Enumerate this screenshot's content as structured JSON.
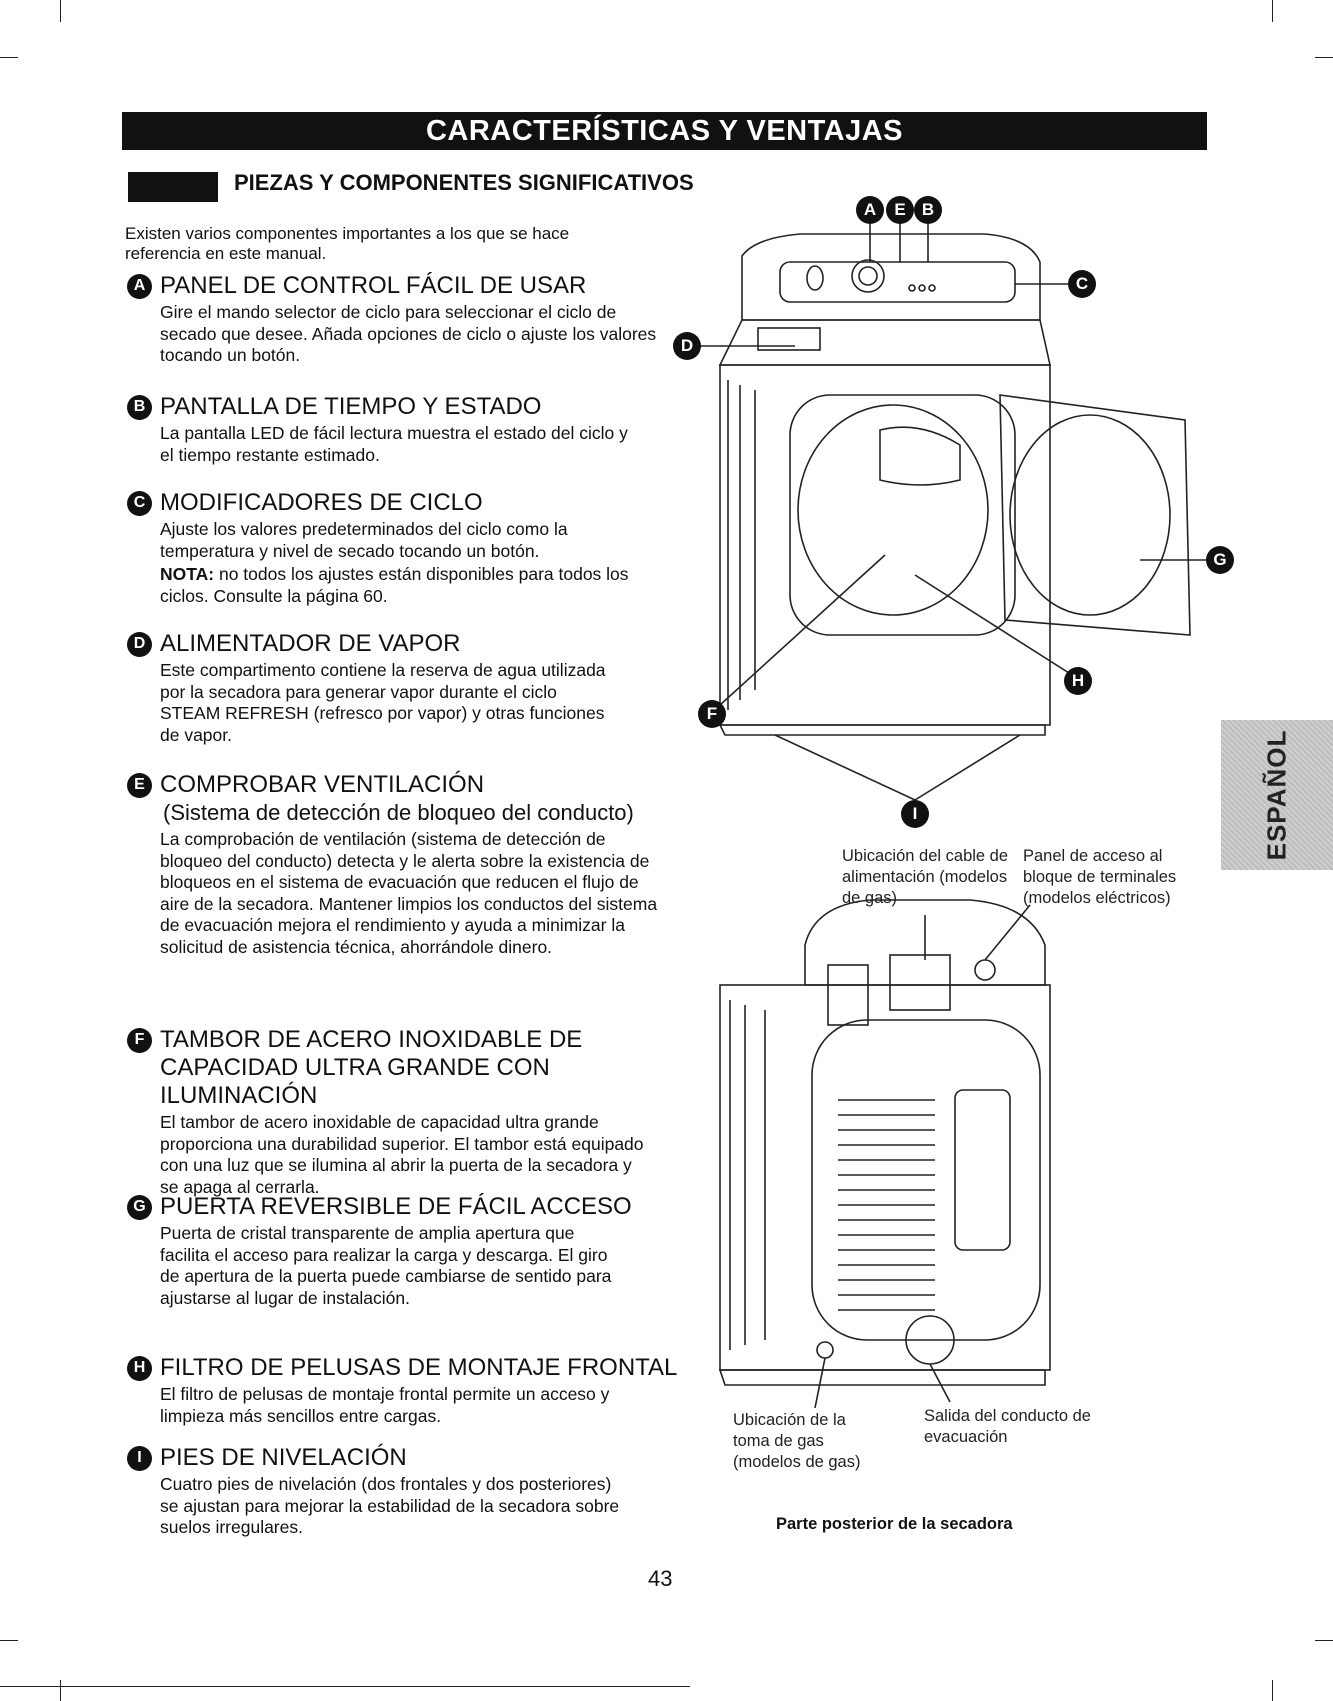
{
  "header": {
    "title": "CARACTERÍSTICAS Y VENTAJAS"
  },
  "subtitle": "PIEZAS Y COMPONENTES SIGNIFICATIVOS",
  "intro": "Existen varios componentes importantes a los que se hace referencia en este manual.",
  "sections": [
    {
      "letter": "A",
      "title": "PANEL DE CONTROL FÁCIL DE USAR",
      "body": "Gire el mando selector de ciclo para seleccionar el ciclo de secado que desee. Añada opciones de ciclo o ajuste los valores tocando un botón."
    },
    {
      "letter": "B",
      "title": "PANTALLA DE TIEMPO Y ESTADO",
      "body": "La pantalla LED de fácil lectura muestra el estado del ciclo y el tiempo restante estimado."
    },
    {
      "letter": "C",
      "title": "MODIFICADORES DE CICLO",
      "body": "Ajuste los valores predeterminados del ciclo como la temperatura y nivel de secado tocando un botón.",
      "note_label": "NOTA:",
      "note": " no todos los ajustes están disponibles para todos los ciclos. Consulte la página 60."
    },
    {
      "letter": "D",
      "title": "ALIMENTADOR DE VAPOR",
      "body": "Este compartimento contiene la reserva de agua utilizada por la secadora para generar vapor durante el ciclo STEAM REFRESH (refresco por vapor) y otras funciones de vapor."
    },
    {
      "letter": "E",
      "title": "COMPROBAR VENTILACIÓN",
      "subtitle": "(Sistema de detección de bloqueo del conducto)",
      "body": "La comprobación de ventilación (sistema de detección de bloqueo del conducto) detecta y le alerta sobre la existencia de bloqueos en el sistema de evacuación que reducen el flujo de aire de la secadora. Mantener limpios los conductos del sistema de evacuación mejora el rendimiento y ayuda a minimizar la solicitud de asistencia técnica, ahorrándole dinero."
    },
    {
      "letter": "F",
      "title": "TAMBOR DE ACERO INOXIDABLE DE",
      "subtitle": "CAPACIDAD ULTRA GRANDE CON ILUMINACIÓN",
      "body": "El tambor de acero inoxidable de capacidad ultra grande proporciona una durabilidad superior. El tambor está equipado con una luz que se ilumina al abrir la puerta de la secadora y se apaga al cerrarla."
    },
    {
      "letter": "G",
      "title": "PUERTA REVERSIBLE DE FÁCIL ACCESO",
      "body": "Puerta de cristal transparente de amplia apertura que facilita el acceso para realizar la carga y descarga. El giro de apertura de la puerta puede cambiarse de sentido para ajustarse al lugar de instalación."
    },
    {
      "letter": "H",
      "title": "FILTRO DE PELUSAS DE MONTAJE FRONTAL",
      "body": "El filtro de pelusas de montaje frontal permite un acceso y limpieza más sencillos entre cargas."
    },
    {
      "letter": "I",
      "title": "PIES DE NIVELACIÓN",
      "body": "Cuatro pies de nivelación (dos frontales y dos posteriores) se ajustan para mejorar la estabilidad de la secadora sobre suelos irregulares."
    }
  ],
  "captions": {
    "power_cable": "Ubicación del cable de alimentación (modelos de gas)",
    "terminal_panel": "Panel de acceso al bloque de terminales (modelos eléctricos)",
    "gas_inlet": "Ubicación de la toma de gas (modelos de gas)",
    "exhaust": "Salida del conducto de evacuación",
    "rear_title": "Parte posterior de la secadora"
  },
  "labels": {
    "A": "A",
    "B": "B",
    "C": "C",
    "D": "D",
    "E": "E",
    "F": "F",
    "G": "G",
    "H": "H",
    "I": "I"
  },
  "side_tab": "ESPAÑOL",
  "page_number": "43"
}
